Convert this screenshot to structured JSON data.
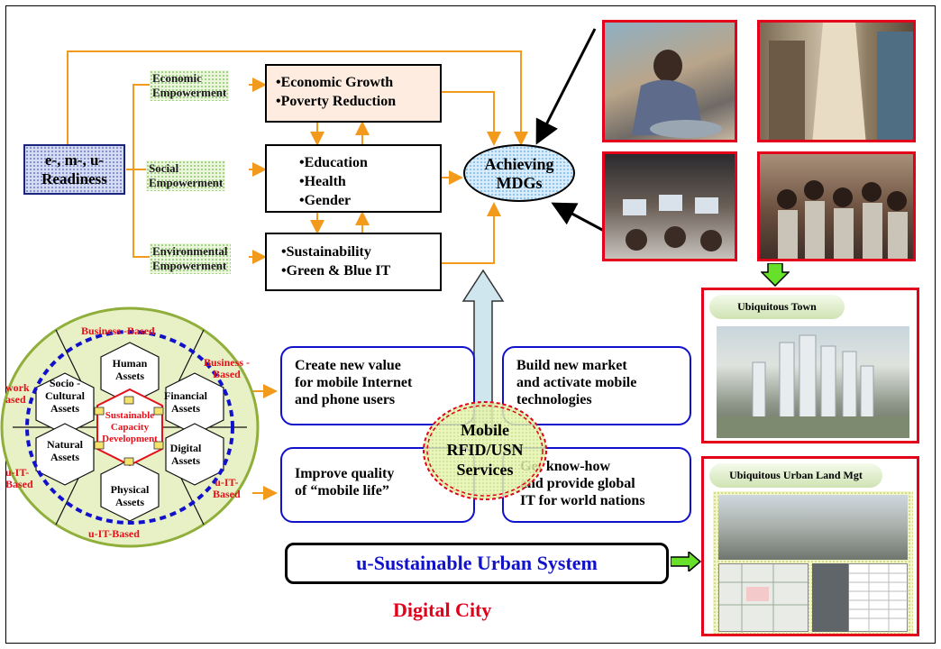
{
  "readiness": {
    "line1": "e-, m-, u-",
    "line2": "Readiness"
  },
  "empowerments": {
    "economic": {
      "line1": "Economic",
      "line2": "Empowerment"
    },
    "social": {
      "line1": "Social",
      "line2": "Empowerment"
    },
    "environmental": {
      "line1": "Environmental",
      "line2": "Empowerment"
    }
  },
  "outcomes": {
    "economic": [
      "•Economic Growth",
      "•Poverty Reduction"
    ],
    "social": [
      "•Education",
      "•Health",
      "•Gender"
    ],
    "environmental": [
      "•Sustainability",
      "•Green & Blue IT"
    ]
  },
  "mdg": {
    "line1": "Achieving",
    "line2": "MDGs"
  },
  "circle": {
    "top_label": "Business -Based",
    "right_label": {
      "line1": "Business -",
      "line2": "Based"
    },
    "left_label": {
      "line1": "work",
      "line2": "ased"
    },
    "left_lower_label": {
      "line1": "u-IT-",
      "line2": "Based"
    },
    "right_lower_label": {
      "line1": "u-IT-",
      "line2": "Based"
    },
    "bottom_label": "u-IT-Based",
    "assets": {
      "human": [
        "Human",
        "Assets"
      ],
      "socio": [
        "Socio -",
        "Cultural",
        "Assets"
      ],
      "financial": [
        "Financial",
        "Assets"
      ],
      "natural": [
        "Natural",
        "Assets"
      ],
      "digital": [
        "Digital",
        "Assets"
      ],
      "physical": [
        "Physical",
        "Assets"
      ]
    },
    "center": [
      "Sustainable",
      "Capacity",
      "Development"
    ]
  },
  "services": {
    "top_left": [
      "Create new value",
      "for mobile Internet",
      "and  phone  users"
    ],
    "top_right": [
      "Build new market",
      "and activate mobile",
      "technologies"
    ],
    "bottom_left": [
      "Improve quality",
      "of  “mobile life”"
    ],
    "bottom_right": [
      "Get know-how",
      " and provide global",
      " IT for world nations"
    ],
    "center": [
      "Mobile",
      "RFID/USN",
      "Services"
    ]
  },
  "system_label": "u-Sustainable Urban  System",
  "digital_city": "Digital City",
  "ubiquitous_town": "Ubiquitous Town",
  "ubiquitous_land": "Ubiquitous Urban Land Mgt",
  "colors": {
    "red": "#e3001b",
    "blue": "#1111cc",
    "green_arrow": "#66e028",
    "navy": "#1a237e"
  }
}
